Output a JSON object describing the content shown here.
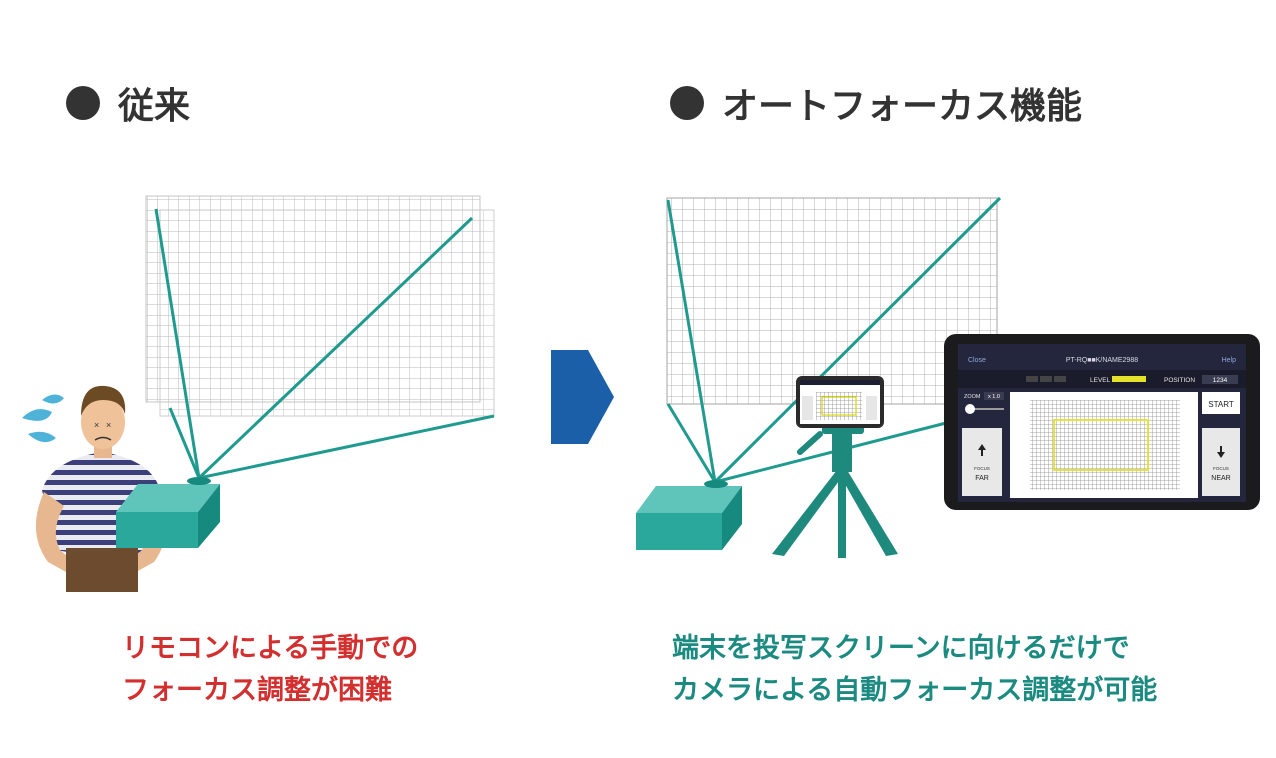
{
  "left_panel": {
    "title": "従来",
    "caption_lines": [
      "リモコンによる手動での",
      "フォーカス調整が困難"
    ]
  },
  "right_panel": {
    "title": "オートフォーカス機能",
    "caption_lines": [
      "端末を投写スクリーンに向けるだけで",
      "カメラによる自動フォーカス調整が可能"
    ]
  },
  "tablet_app": {
    "close_label": "Close",
    "device_name": "PT-RQ■■K/NAME2988",
    "help_label": "Help",
    "level_label": "LEVEL",
    "position_label": "POSITION",
    "position_value": "1234",
    "zoom_label": "ZOOM",
    "zoom_value": "x 1.0",
    "start_label": "START",
    "focus_far_small": "FOCUS",
    "focus_far_label": "FAR",
    "focus_near_small": "FOCUS",
    "focus_near_label": "NEAR"
  },
  "colors": {
    "heading": "#333333",
    "left_caption": "#d32f2f",
    "right_caption": "#1b8a80",
    "projector": "#2a9d92",
    "beam": "#1f9a8e",
    "arrow": "#1a5fa8",
    "tripod": "#1e8a7e"
  }
}
